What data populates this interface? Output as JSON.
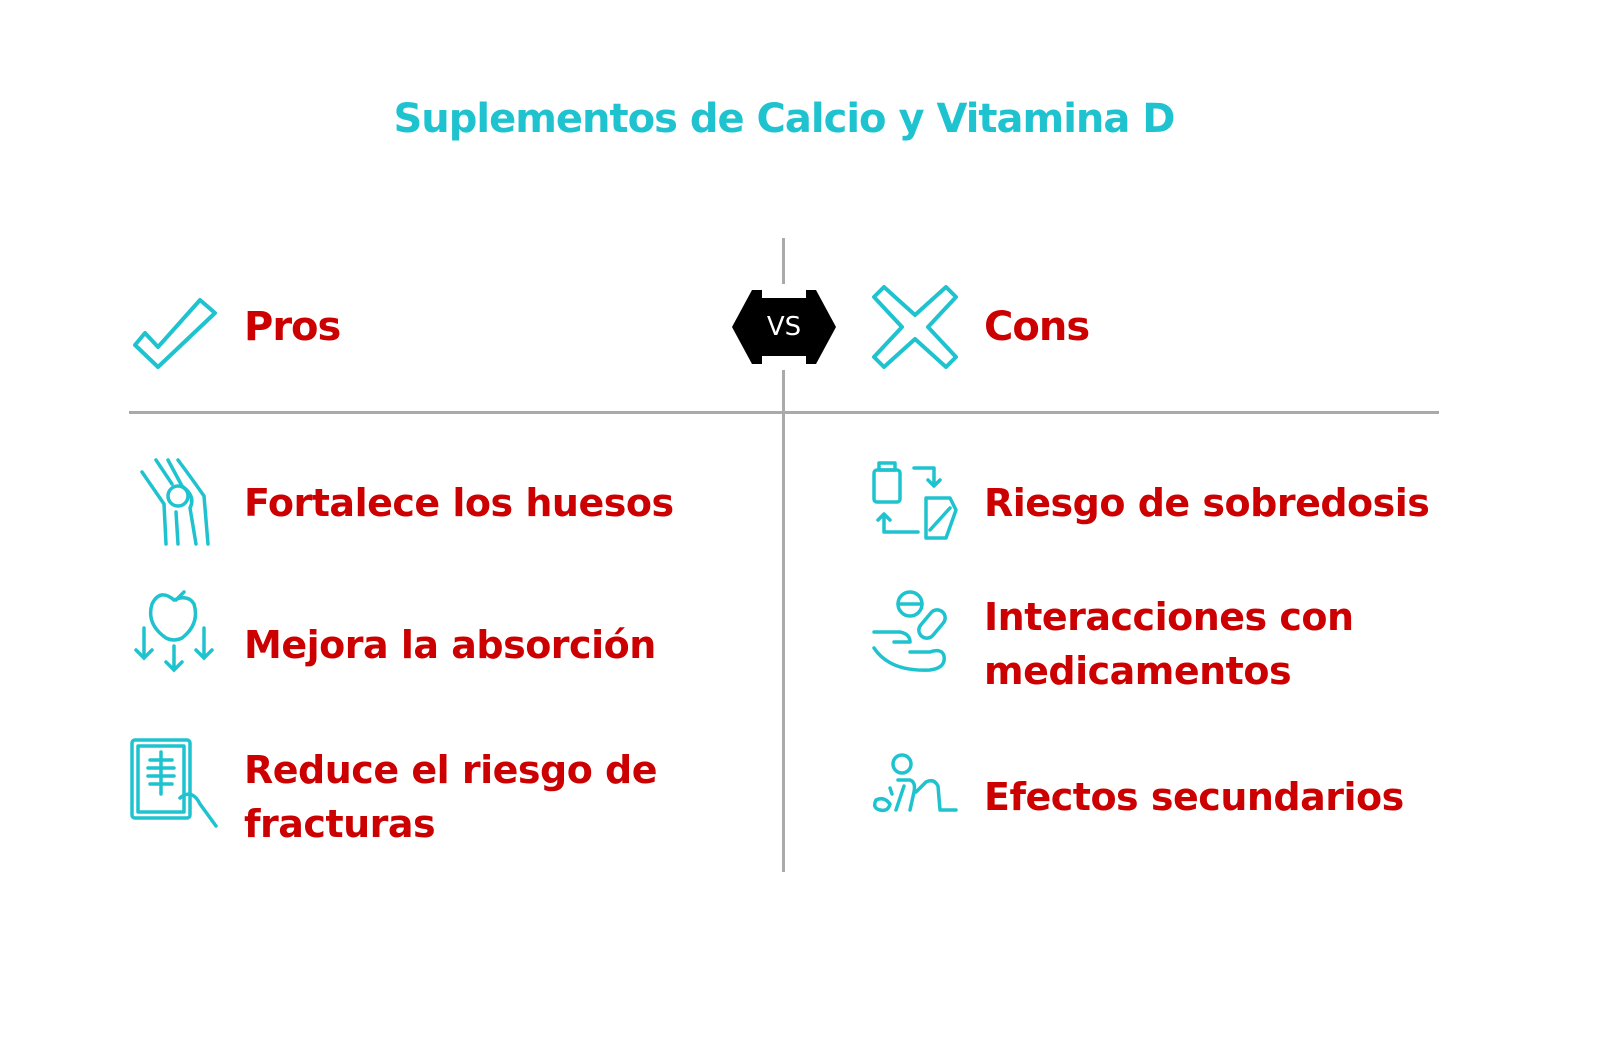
{
  "title": "Suplementos de Calcio y Vitamina D",
  "vs_label": "VS",
  "pros": {
    "heading": "Pros",
    "items": [
      "Fortalece los huesos",
      "Mejora la absorción",
      "Reduce el riesgo de fracturas"
    ]
  },
  "cons": {
    "heading": "Cons",
    "items": [
      "Riesgo de sobredosis",
      "Interacciones con medicamentos",
      "Efectos secundarios"
    ]
  },
  "colors": {
    "accent": "#1ec3cf",
    "text": "#cc0000",
    "divider": "#aaaaaa"
  }
}
